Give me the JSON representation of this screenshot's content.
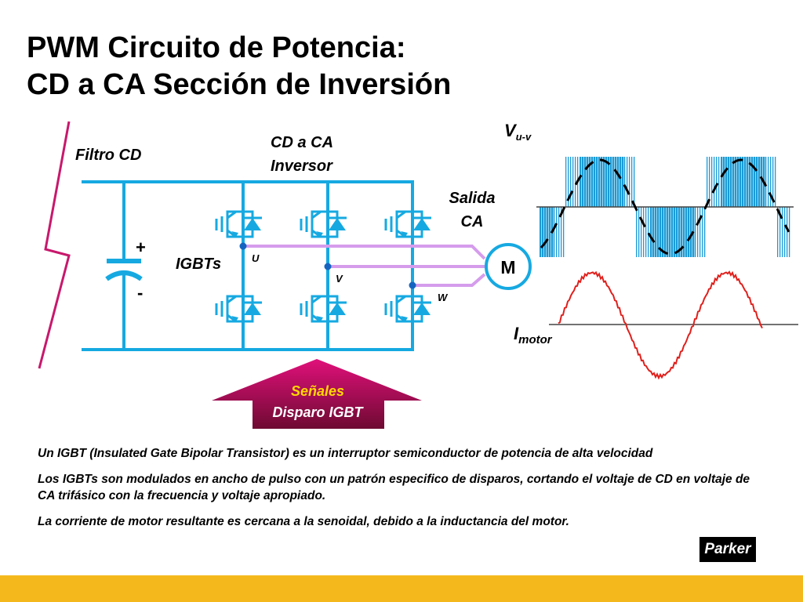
{
  "title": {
    "line1": "PWM Circuito de Potencia:",
    "line2": "CD a CA Sección de Inversión"
  },
  "diagram": {
    "filter_label": "Filtro CD",
    "inverter_label_1": "CD a CA",
    "inverter_label_2": "Inversor",
    "output_label_1": "Salida",
    "output_label_2": "CA",
    "plus": "+",
    "minus": "-",
    "igbts_label": "IGBTs",
    "phase_u": "U",
    "phase_v": "V",
    "phase_w": "W",
    "motor": "M",
    "signals_line1": "Señales",
    "signals_line2": "Disparo IGBT",
    "vuv_main": "V",
    "vuv_sub": "u-v",
    "imotor_main": "I",
    "imotor_sub": "motor"
  },
  "bullets": [
    "Un IGBT (Insulated Gate Bipolar Transistor) es un interruptor semiconductor de potencia de alta velocidad",
    "Los IGBTs son modulados en ancho de pulso con un patrón especifico de disparos, cortando el voltaje de CD en voltaje de CA trifásico con la frecuencia y voltaje apropiado.",
    "La corriente de motor resultante es cercana a la senoidal, debido a la inductancia del motor."
  ],
  "logo_text": "Parker",
  "colors": {
    "bus": "#16a9e1",
    "phase": "#d59cec",
    "pwm": "#1a9bd6",
    "current": "#e0201c",
    "divider": "#c8186c",
    "footer": "#f5b81c",
    "arrow_top": "#e0107a",
    "arrow_bottom": "#6e0a32"
  },
  "icons": {
    "igbt": "igbt-transistor-icon",
    "capacitor": "capacitor-icon",
    "motor": "motor-icon",
    "arrow": "up-arrow-icon"
  }
}
